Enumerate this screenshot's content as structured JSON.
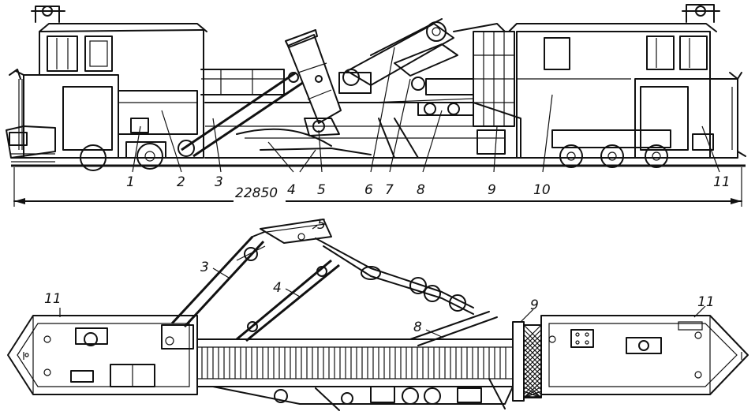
{
  "side_view": {
    "dimension": "22850",
    "labels": [
      "1",
      "2",
      "3",
      "4",
      "5",
      "6",
      "7",
      "8",
      "9",
      "10",
      "11"
    ]
  },
  "plan_view": {
    "labels": [
      "3",
      "4",
      "5",
      "8",
      "9",
      "11",
      "11"
    ]
  }
}
